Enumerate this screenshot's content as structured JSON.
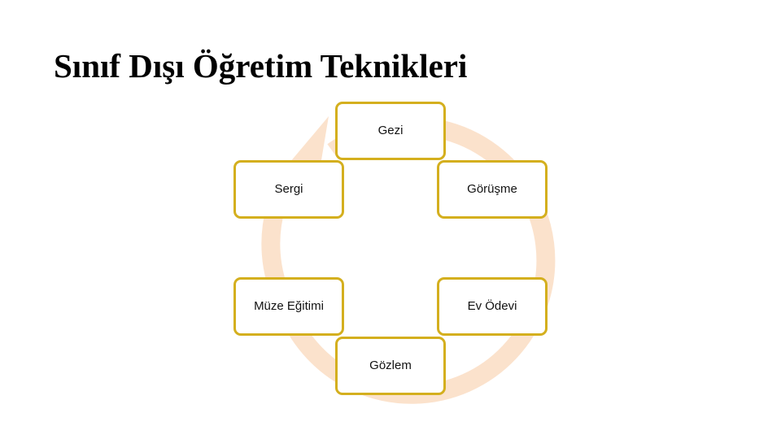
{
  "slide": {
    "title": "Sınıf Dışı Öğretim Teknikleri",
    "background_color": "#FFFFFF"
  },
  "diagram": {
    "type": "cycle",
    "direction": "clockwise",
    "arrow_band_color": "#FBE2CC",
    "node_border_color": "#D4AF1E",
    "node_fill_color": "#FFFFFF",
    "node_text_color": "#111111",
    "nodes": [
      {
        "id": "gezi",
        "label": "Gezi",
        "position": "top"
      },
      {
        "id": "gorusme",
        "label": "Görüşme",
        "position": "upper-right"
      },
      {
        "id": "evodevi",
        "label": "Ev Ödevi",
        "position": "lower-right"
      },
      {
        "id": "gozlem",
        "label": "Gözlem",
        "position": "bottom"
      },
      {
        "id": "muze",
        "label": "Müze Eğitimi",
        "position": "lower-left"
      },
      {
        "id": "sergi",
        "label": "Sergi",
        "position": "upper-left"
      }
    ]
  }
}
